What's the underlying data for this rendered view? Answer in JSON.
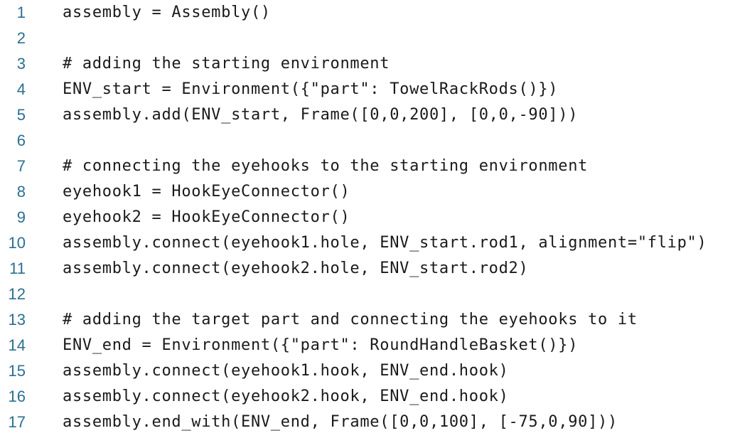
{
  "colors": {
    "background": "#ffffff",
    "line_number": "#2a6f91",
    "code_text": "#1a1a1a"
  },
  "editor": {
    "lines": [
      {
        "number": "1",
        "code": "assembly = Assembly()"
      },
      {
        "number": "2",
        "code": ""
      },
      {
        "number": "3",
        "code": "# adding the starting environment"
      },
      {
        "number": "4",
        "code": "ENV_start = Environment({\"part\": TowelRackRods()})"
      },
      {
        "number": "5",
        "code": "assembly.add(ENV_start, Frame([0,0,200], [0,0,-90]))"
      },
      {
        "number": "6",
        "code": ""
      },
      {
        "number": "7",
        "code": "# connecting the eyehooks to the starting environment"
      },
      {
        "number": "8",
        "code": "eyehook1 = HookEyeConnector()"
      },
      {
        "number": "9",
        "code": "eyehook2 = HookEyeConnector()"
      },
      {
        "number": "10",
        "code": "assembly.connect(eyehook1.hole, ENV_start.rod1, alignment=\"flip\")"
      },
      {
        "number": "11",
        "code": "assembly.connect(eyehook2.hole, ENV_start.rod2)"
      },
      {
        "number": "12",
        "code": ""
      },
      {
        "number": "13",
        "code": "# adding the target part and connecting the eyehooks to it"
      },
      {
        "number": "14",
        "code": "ENV_end = Environment({\"part\": RoundHandleBasket()})"
      },
      {
        "number": "15",
        "code": "assembly.connect(eyehook1.hook, ENV_end.hook)"
      },
      {
        "number": "16",
        "code": "assembly.connect(eyehook2.hook, ENV_end.hook)"
      },
      {
        "number": "17",
        "code": "assembly.end_with(ENV_end, Frame([0,0,100], [-75,0,90]))"
      }
    ]
  }
}
